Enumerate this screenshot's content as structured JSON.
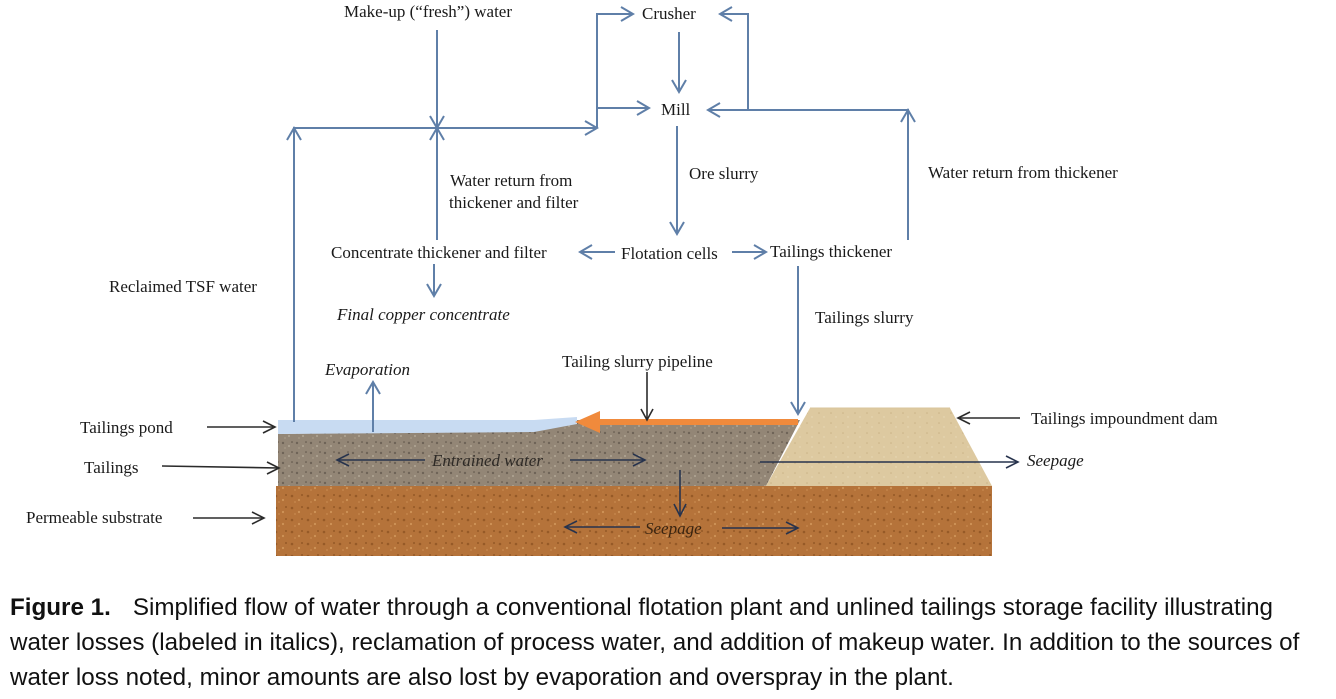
{
  "nodes": {
    "makeup_water": "Make-up (“fresh”) water",
    "crusher": "Crusher",
    "mill": "Mill",
    "water_return_thickener_filter_line1": "Water return from",
    "water_return_thickener_filter_line2": "thickener and filter",
    "ore_slurry": "Ore slurry",
    "water_return_thickener": "Water return from thickener",
    "concentrate_thickener": "Concentrate thickener and filter",
    "flotation_cells": "Flotation cells",
    "tailings_thickener": "Tailings thickener",
    "reclaimed_tsf_water": "Reclaimed TSF water",
    "final_copper_concentrate": "Final copper concentrate",
    "tailings_slurry": "Tailings slurry",
    "evaporation": "Evaporation",
    "tailing_slurry_pipeline": "Tailing slurry pipeline",
    "tailings_pond": "Tailings pond",
    "tailings_impoundment_dam": "Tailings impoundment dam",
    "tailings": "Tailings",
    "entrained_water": "Entrained water",
    "seepage_dam": "Seepage",
    "permeable_substrate": "Permeable substrate",
    "seepage_substrate": "Seepage"
  },
  "colors": {
    "water_flow": "#5f7fa8",
    "pipeline": "#f08a3c",
    "pond": "#c8dbf2",
    "tailings": "#938676",
    "substrate": "#b5733a",
    "dam": "#ddc9a0"
  },
  "caption": {
    "label": "Figure 1.",
    "text": "Simplified flow of water through a conventional flotation plant and unlined tailings storage facility illustrating water losses (labeled in italics), reclamation of process water, and addition of makeup water. In addition to the sources of water loss noted, minor amounts are also lost by evaporation and overspray in the plant."
  }
}
